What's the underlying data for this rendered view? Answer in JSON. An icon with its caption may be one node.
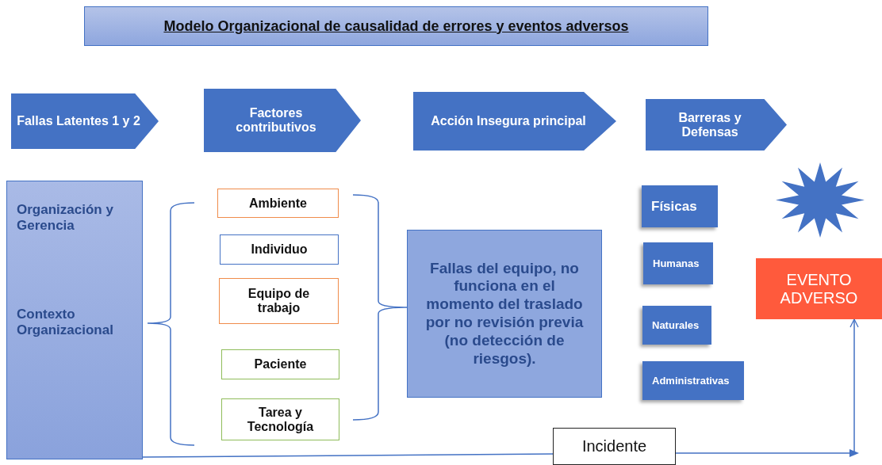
{
  "diagram": {
    "title": "Modelo Organizacional de causalidad de errores y eventos adversos",
    "nodes": [
      {
        "text": [
          "Fallas Latentes 1 y 2"
        ]
      },
      {
        "text": [
          "Factores contributivos"
        ]
      },
      {
        "text": [
          "Acción Insegura principal"
        ]
      },
      {
        "text": [
          "Barreras y Defensas"
        ]
      },
      {
        "text": [
          "Organización y Gerencia",
          "Contexto Organizacional"
        ]
      },
      {
        "text": [
          "Ambiente"
        ]
      },
      {
        "text": [
          "Individuo"
        ]
      },
      {
        "text": [
          "Equipo de trabajo"
        ]
      },
      {
        "text": [
          "Paciente"
        ]
      },
      {
        "text": [
          "Tarea y Tecnología"
        ]
      },
      {
        "text": [
          "Fallas del equipo, no funciona en el momento del traslado por no revisión previa (no detección de riesgos)."
        ]
      },
      {
        "text": [
          "Físicas"
        ]
      },
      {
        "text": [
          "Humanas"
        ]
      },
      {
        "text": [
          "Naturales"
        ]
      },
      {
        "text": [
          "Administrativas"
        ]
      },
      {
        "text": [],
        "shape": "star"
      },
      {
        "text": [
          "EVENTO ADVERSO"
        ]
      },
      {
        "text": [
          "Incidente"
        ]
      }
    ],
    "edges": [
      {
        "from": 4,
        "to": 17,
        "arrow": "none"
      },
      {
        "from": 17,
        "to": 16,
        "arrow": "to"
      }
    ]
  }
}
